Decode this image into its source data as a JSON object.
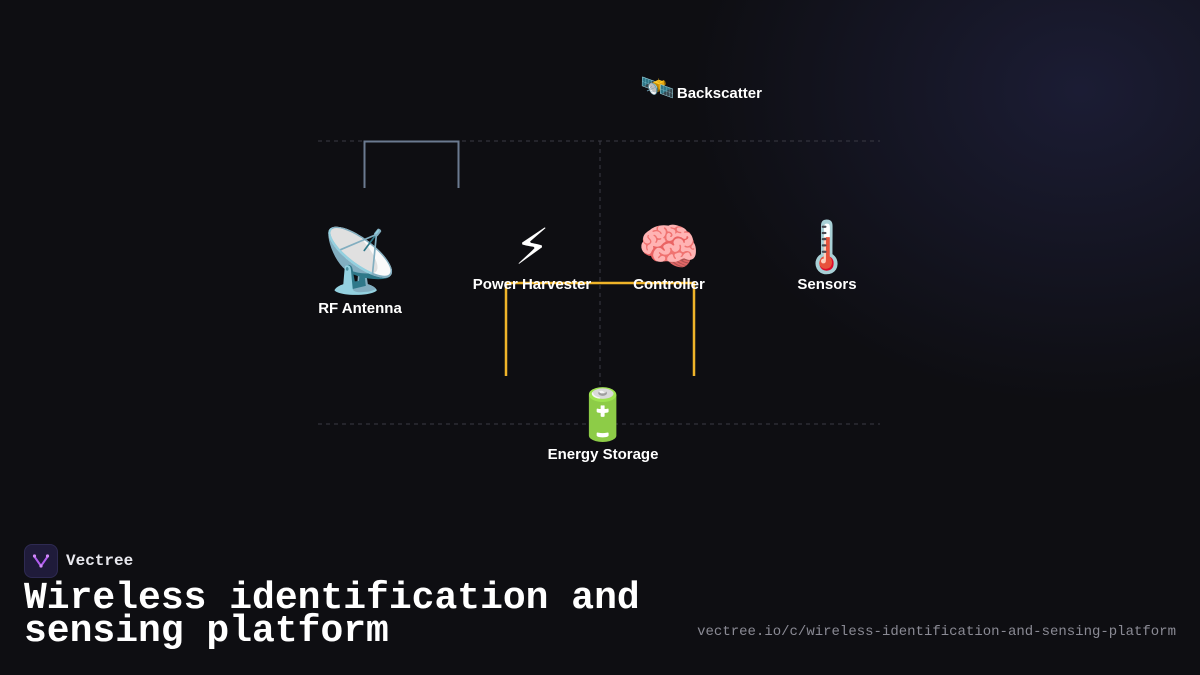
{
  "diagram": {
    "nodes": {
      "backscatter": {
        "label": "Backscatter",
        "icon": "satellite-icon"
      },
      "rf_antenna": {
        "label": "RF Antenna",
        "icon": "satellite-antenna-icon"
      },
      "power_harvester": {
        "label": "Power Harvester",
        "icon": "lightning-icon"
      },
      "controller": {
        "label": "Controller",
        "icon": "brain-icon"
      },
      "sensors": {
        "label": "Sensors",
        "icon": "thermometer-icon"
      },
      "energy_storage": {
        "label": "Energy Storage",
        "icon": "battery-icon"
      }
    },
    "colors": {
      "power_link": "#f0b429",
      "signal_link": "#6b7a90",
      "guide": "#3a3a44"
    }
  },
  "footer": {
    "brand": "Vectree",
    "title": "Wireless identification and sensing platform",
    "url": "vectree.io/c/wireless-identification-and-sensing-platform"
  }
}
